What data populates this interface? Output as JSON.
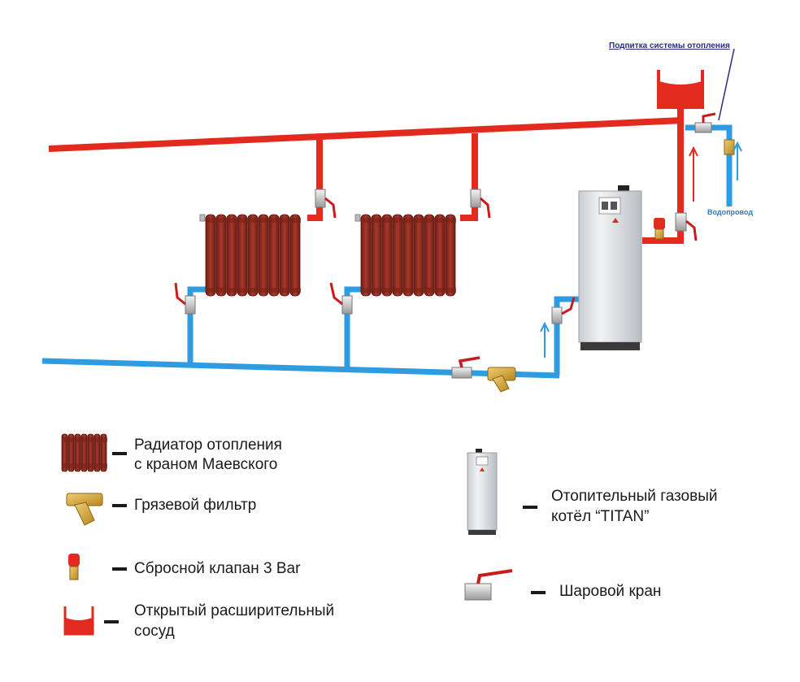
{
  "colors": {
    "hot": "#e32a1e",
    "cold": "#2f9be0",
    "radiator": "#8e2b20",
    "brass": "#d9a73a",
    "boiler": "#e4e6e9"
  },
  "diagram": {
    "callout_makeup": "Подпитка системы отопления",
    "callout_water": "Водопровод"
  },
  "legend": {
    "radiator": [
      "Радиатор отопления",
      "с краном Маевского"
    ],
    "filter": "Грязевой фильтр",
    "relief_valve": "Сбросной клапан 3 Bar",
    "expansion_tank": [
      "Открытый расширительный",
      "сосуд"
    ],
    "boiler": [
      "Отопительный газовый",
      "котёл “TITAN”"
    ],
    "ball_valve": "Шаровой кран"
  }
}
